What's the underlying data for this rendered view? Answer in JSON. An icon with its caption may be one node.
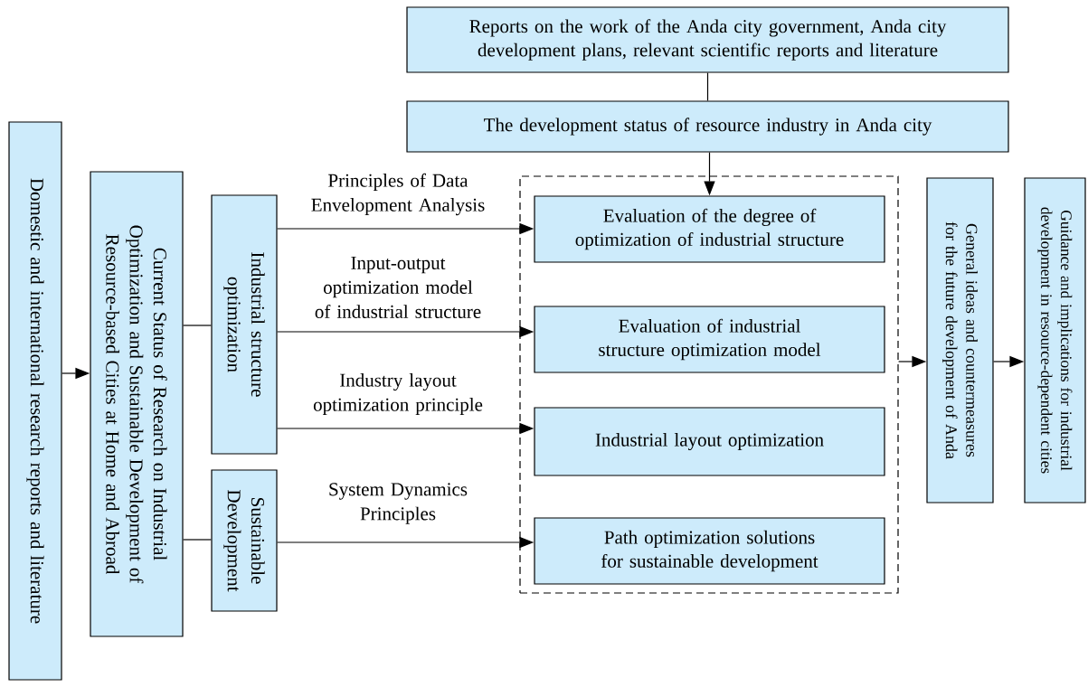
{
  "diagram": {
    "nodes": [
      {
        "text": [
          "Domestic and international research reports and literature"
        ]
      },
      {
        "text": [
          "Current Status of Research on Industrial Optimization and Sustainable Development of Resource-based Cities at Home and Abroad"
        ]
      },
      {
        "text": [
          "Industrial structure optimization"
        ]
      },
      {
        "text": [
          "Sustainable Development"
        ]
      },
      {
        "text": [
          "Reports on the work of the Anda city government, Anda city development plans, relevant scientific reports and literature"
        ]
      },
      {
        "text": [
          "The development status of resource industry in Anda city"
        ]
      },
      {
        "text": [],
        "shape": "box"
      },
      {
        "text": [
          "Evaluation of the degree of optimization of industrial structure"
        ],
        "in": 6
      },
      {
        "text": [
          "Evaluation of industrial structure optimization model"
        ],
        "in": 6
      },
      {
        "text": [
          "Industrial layout optimization"
        ],
        "in": 6
      },
      {
        "text": [
          "Path optimization solutions for sustainable development"
        ],
        "in": 6
      },
      {
        "text": [
          "General ideas and countermeasures for the future development of Anda"
        ]
      },
      {
        "text": [
          "Guidance and implications for industrial development in resource-dependent cities"
        ]
      }
    ],
    "edges": [
      {
        "from": 0,
        "to": 1,
        "arrow": "to"
      },
      {
        "from": 1,
        "to": 2,
        "arrow": "none"
      },
      {
        "from": 1,
        "to": 3,
        "arrow": "none"
      },
      {
        "from": 4,
        "to": 5,
        "arrow": "none"
      },
      {
        "from": 5,
        "to": 7,
        "arrow": "to"
      },
      {
        "from": 2,
        "to": 7,
        "arrow": "to",
        "label": "Principles of Data Envelopment Analysis"
      },
      {
        "from": 2,
        "to": 8,
        "arrow": "to",
        "label": "Input-output optimization model of industrial structure"
      },
      {
        "from": 2,
        "to": 9,
        "arrow": "to",
        "label": "Industry layout optimization principle"
      },
      {
        "from": 3,
        "to": 10,
        "arrow": "to",
        "label": "System Dynamics Principles"
      },
      {
        "from": 6,
        "to": 11,
        "arrow": "to"
      },
      {
        "from": 11,
        "to": 12,
        "arrow": "to"
      }
    ]
  }
}
